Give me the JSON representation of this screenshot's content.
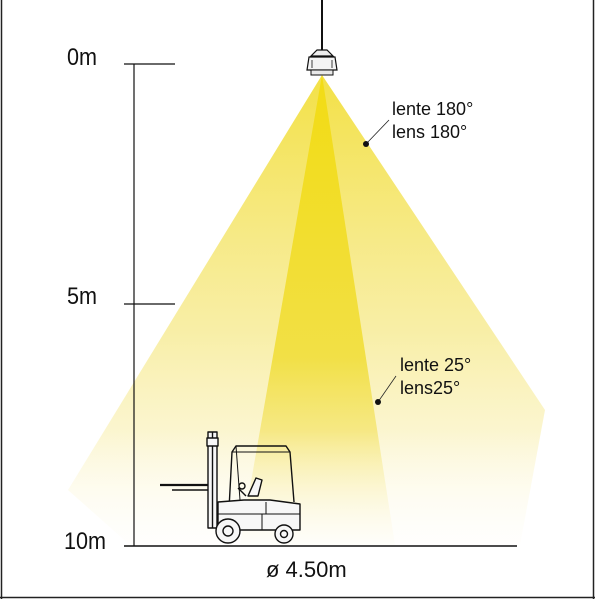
{
  "scale": {
    "top": "0m",
    "middle": "5m",
    "bottom": "10m"
  },
  "lens_wide": {
    "line1": "lente 180°",
    "line2": "lens 180°"
  },
  "lens_narrow": {
    "line1": "lente 25°",
    "line2": "lens25°"
  },
  "diameter": "ø 4.50m",
  "colors": {
    "beam_wide": "#f4e25a",
    "beam_narrow": "#f3df1f",
    "lines": "#111111",
    "frame": "#222222"
  }
}
